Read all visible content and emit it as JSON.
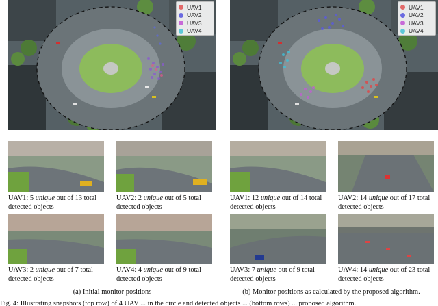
{
  "legend": {
    "items": [
      {
        "label": "UAV1",
        "color": "#e26a6a"
      },
      {
        "label": "UAV2",
        "color": "#6a6ae0"
      },
      {
        "label": "UAV3",
        "color": "#c86ad8"
      },
      {
        "label": "UAV4",
        "color": "#5ec8d8"
      }
    ]
  },
  "left": {
    "captions": [
      {
        "name": "UAV1",
        "pre": "UAV1: 5 ",
        "unique": "unique",
        "post": " out of 13 total detected objects"
      },
      {
        "name": "UAV2",
        "pre": "UAV2: 2 ",
        "unique": "unique",
        "post": " out of 5 total detected objects"
      },
      {
        "name": "UAV3",
        "pre": "UAV3: 2 ",
        "unique": "unique",
        "post": " out of 7 total detected objects"
      },
      {
        "name": "UAV4",
        "pre": "UAV4: 4 ",
        "unique": "unique",
        "post": " out of 9 total detected objects"
      }
    ],
    "subcaption": "(a) Initial monitor positions"
  },
  "right": {
    "captions": [
      {
        "name": "UAV1",
        "pre": "UAV1: 12 ",
        "unique": "unique",
        "post": " out of 14 total detected objects"
      },
      {
        "name": "UAV2",
        "pre": "UAV2: 14 ",
        "unique": "unique",
        "post": " out of 17 total detected objects"
      },
      {
        "name": "UAV3",
        "pre": "UAV3: 7 ",
        "unique": "unique",
        "post": " out of 9 total detected objects"
      },
      {
        "name": "UAV4",
        "pre": "UAV4: 14 ",
        "unique": "unique",
        "post": " out of 23 total detected objects"
      }
    ],
    "subcaption": "(b) Monitor positions as calculated by the proposed algorithm."
  },
  "figure_caption": "Fig. 4: Illustrating snapshots (top row) of 4 UAV ... in the circle and detected objects ... (bottom rows) ... proposed algorithm."
}
